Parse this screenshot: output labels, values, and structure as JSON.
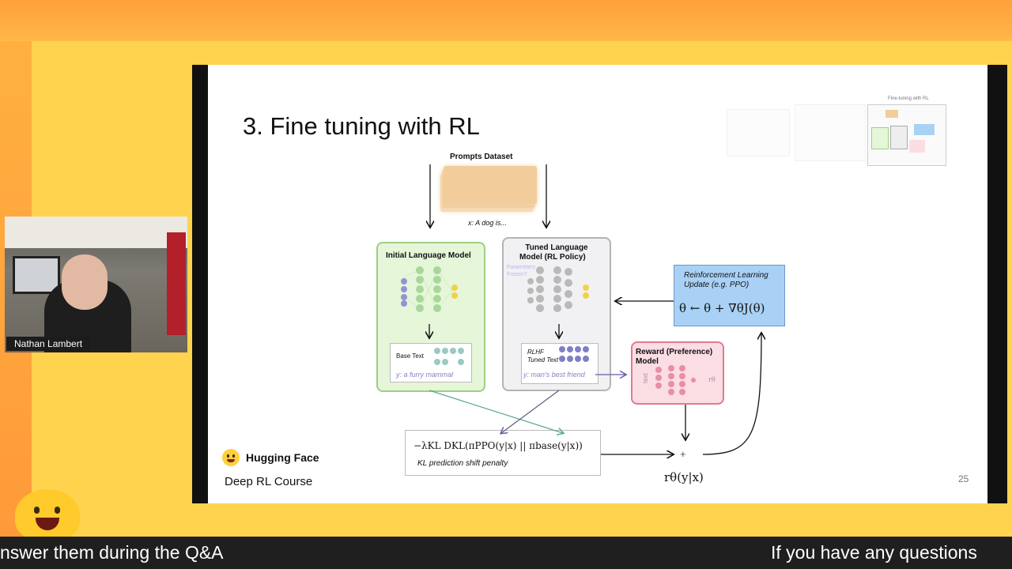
{
  "slide": {
    "title": "3. Fine tuning with RL",
    "page_number": "25",
    "footer_brand": "Hugging Face",
    "footer_course": "Deep RL Course",
    "minimap_label": "Fine-tuning with RL"
  },
  "diagram": {
    "prompts_dataset": "Prompts Dataset",
    "prompt_example": "x: A dog is...",
    "initial_lm": "Initial Language Model",
    "tuned_lm_line1": "Tuned Language",
    "tuned_lm_line2": "Model (RL Policy)",
    "frozen_note_line1": "Parameters",
    "frozen_note_line2": "Frozen?",
    "base_text": "Base Text",
    "base_example": "y: a furry mammal",
    "rlhf_line1": "RLHF",
    "rlhf_line2": "Tuned Text",
    "rlhf_example": "y: man's best friend",
    "rl_update_line1": "Reinforcement Learning",
    "rl_update_line2": "Update (e.g. PPO)",
    "rl_update_formula": "θ ← θ + ∇θJ(θ)",
    "reward_model_line1": "Reward (Preference)",
    "reward_model_line2": "Model",
    "reward_input": "text",
    "reward_output": "rθ",
    "kl_formula": "−λKL DKL(πPPO(y|x) || πbase(y|x))",
    "kl_caption": "KL prediction shift penalty",
    "sum_symbol": "+",
    "reward_formula": "rθ(y|x)"
  },
  "webcam": {
    "presenter_name": "Nathan Lambert"
  },
  "ticker": {
    "left_text": "nswer them during the Q&A",
    "right_text": "If you have any questions"
  },
  "colors": {
    "initial_lm_fill": "#e5f6d9",
    "tuned_lm_fill": "#f1f1f4",
    "rl_update_fill": "#a9d1f6",
    "reward_fill": "#fbdde4",
    "background": "#ffd34e"
  }
}
